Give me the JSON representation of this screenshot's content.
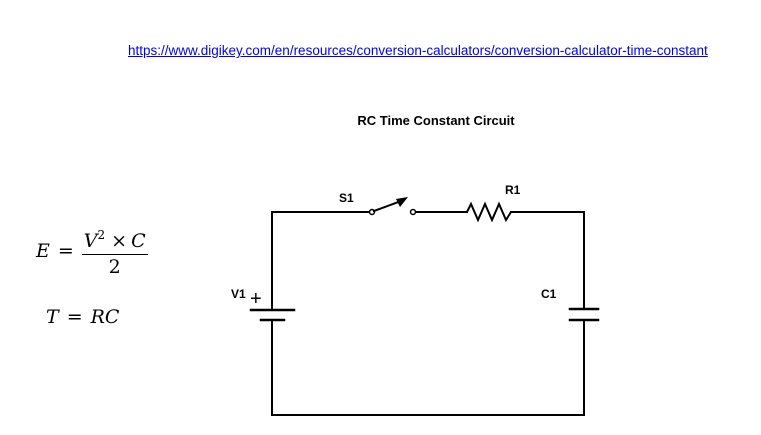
{
  "reference_link": "https://www.digikey.com/en/resources/conversion-calculators/conversion-calculator-time-constant",
  "title": "RC Time Constant Circuit",
  "formulas": {
    "energy": {
      "lhs": "E",
      "eq": "=",
      "num_base": "V",
      "num_exp": "2",
      "times": "×",
      "num_var": "C",
      "den": "2"
    },
    "time_constant": {
      "lhs": "T",
      "eq": "=",
      "rhs": "RC"
    }
  },
  "components": {
    "switch": "S1",
    "resistor": "R1",
    "battery": "V1",
    "battery_polarity": "+",
    "capacitor": "C1"
  }
}
